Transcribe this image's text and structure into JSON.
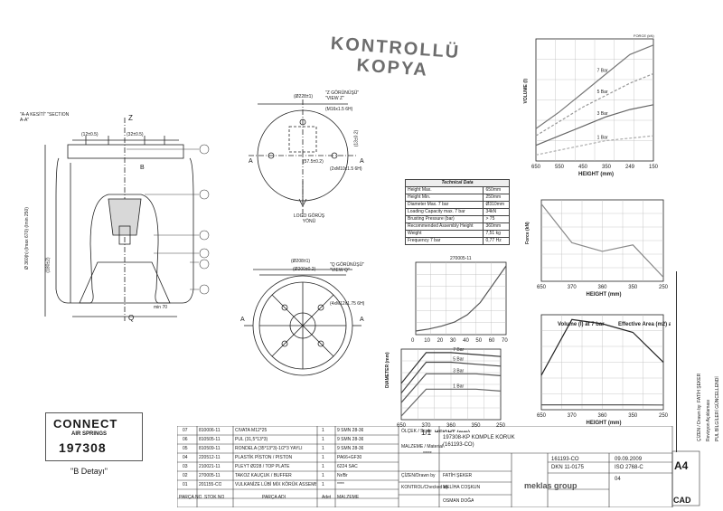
{
  "stamp": {
    "line1": "KONTROLLÜ",
    "line2": "KOPYA"
  },
  "left_view": {
    "section_label": "\"A-A KESİTİ\" \"SECTION A-A\"",
    "axis_z": "Z",
    "axis_q": "Q",
    "label_b": "B",
    "dim_top_left": "(12±0.5)",
    "dim_top_right": "(32±0.5)",
    "dim_height": "Ø 360(h) (Imax 670) (Imin 250)",
    "dim_180": "(180±2)",
    "dim_min": "min 70"
  },
  "top_view": {
    "view_label": "\"Z GÖRÜNÜŞÜ\" \"VIEW Z\"",
    "dim_228": "(Ø228±1)",
    "dim_m16": "(M16x1.5 6H)",
    "dim_57": "(57.5±0.2)",
    "dim_m10": "(2xM10x1.5 6H)",
    "dim_13": "(13±0.2)",
    "label_a": "A",
    "logo": "LOGO GÖRÜŞ YÖNÜ"
  },
  "bottom_view": {
    "view_label": "\"Q GÖRÜNÜŞÜ\" \"VIEW Q\"",
    "dim_208": "(Ø208±1)",
    "dim_200": "(Ø200±0.2)",
    "dim_m12": "(4xM12x1.75 6H)",
    "label_a": "A"
  },
  "spec_table": {
    "title": "Technical Data",
    "rows": [
      [
        "Height Max.",
        "650mm"
      ],
      [
        "Height Min.",
        "250mm"
      ],
      [
        "Diameter Max. 7 bar",
        "Ø310mm"
      ],
      [
        "Loading Capacity max. 7 bar",
        "34kN"
      ],
      [
        "Brusting Pressure (bar)",
        "> 75"
      ],
      [
        "Recommended Assembly Height",
        "360mm"
      ],
      [
        "Weight",
        "7,51 kg"
      ],
      [
        "Frequency 7 bar",
        "0,77 Hz"
      ]
    ]
  },
  "logo": {
    "line1": "CONNECT",
    "line2": "AIR SPRINGS",
    "line3": "197308",
    "caption": "\"B Detayı\""
  },
  "parts": [
    [
      "07",
      "810006-11",
      "CIVATA M12*25",
      "1",
      "9 SMN 28-36"
    ],
    [
      "06",
      "810505-11",
      "PUL (31,5*13*3)",
      "1",
      "9 SMN 28-36"
    ],
    [
      "05",
      "810509-11",
      "RONDELA (35*13*3)-1/2*3 YAYLI",
      "1",
      "9 SMN 28-36"
    ],
    [
      "04",
      "220512-11",
      "PLASTİK PİSTON / PISTON",
      "1",
      "PA66+GF30"
    ],
    [
      "03",
      "210021-11",
      "PLEYT Ø228 / TOP PLATE",
      "1",
      "6224 SAC"
    ],
    [
      "02",
      "270005-11",
      "TAKOZ KAUÇUK / BUFFER",
      "1",
      "Nr/Br"
    ],
    [
      "01",
      "201155-CO",
      "VULKANİZE LÜBİ MİX KÖRÜK  ASSEMBLY",
      "1",
      "****"
    ]
  ],
  "parts_header": {
    "no": "PARÇA NO",
    "stock": "STOK NO",
    "name": "PARÇA ADI",
    "qty": "Adet",
    "material": "MALZEME"
  },
  "titleblock": {
    "scale_label": "ÖLÇEK / Scale",
    "scale": "1/1",
    "title": "197308-KP  KOMPLE KÖRÜK",
    "code_line": "(161193-CO)",
    "material_label": "MALZEME / Material",
    "material_value": "*****",
    "drawn_label": "ÇİZEN/Drawn by",
    "drawn_by": "FATİH ŞEKER",
    "control_label": "KONTROL/Checked by",
    "checked_by": "MELİHA COŞKUN",
    "approved_by": "OSMAN DOĞA",
    "drawing_no": "161193-CO",
    "tolerance_std": "DKN 11-0175",
    "iso": "ISO 2768-C",
    "date": "09.09.2009",
    "revision": "04",
    "company": "meklas group",
    "sheet": "A4",
    "cad": "CAD"
  },
  "chart_data": [
    {
      "type": "line",
      "title": "",
      "xlabel": "HEIGHT (mm)",
      "ylabel": "VOLUME (l)",
      "y2label": "FORCE (kN)",
      "x": [
        650,
        550,
        450,
        350,
        249,
        150
      ],
      "series": [
        {
          "name": "7 Bar",
          "values": [
            6.5,
            10.0,
            14.0,
            18.0,
            22.0,
            24.0
          ]
        },
        {
          "name": "5 Bar",
          "values": [
            5.0,
            8.0,
            11.0,
            13.5,
            16.0,
            18.0
          ]
        },
        {
          "name": "3 Bar",
          "values": [
            3.0,
            5.0,
            7.0,
            9.0,
            10.5,
            11.5
          ]
        },
        {
          "name": "1 Bar",
          "values": [
            1.0,
            2.0,
            3.0,
            4.0,
            4.5,
            5.0
          ]
        }
      ],
      "ylim": [
        7.5,
        12.5
      ],
      "y2lim": [
        0,
        34
      ]
    },
    {
      "type": "line",
      "title": "270005-11",
      "xlabel": "",
      "ylabel": "",
      "x": [
        0,
        10,
        20,
        30,
        40,
        50,
        60,
        70
      ],
      "series": [
        {
          "name": "",
          "values": [
            0,
            5,
            12,
            22,
            40,
            70,
            115,
            160
          ]
        }
      ]
    },
    {
      "type": "line",
      "title": "",
      "xlabel": "HEIGHT (mm)",
      "ylabel": "Force (kN)",
      "x": [
        650,
        370,
        360,
        350,
        250
      ],
      "ylim": [
        -100,
        450
      ],
      "series": [
        {
          "name": "",
          "values": [
            380,
            200,
            160,
            190,
            40
          ]
        }
      ]
    },
    {
      "type": "line",
      "title": "",
      "xlabel": "HEIGHT (mm)",
      "ylabel": "DIAMETER (mm)",
      "x": [
        650,
        370,
        360,
        350,
        250
      ],
      "ylim": [
        270,
        320
      ],
      "series": [
        {
          "name": "7 Bar",
          "values": [
            295,
            311,
            311,
            310,
            309
          ]
        },
        {
          "name": "5 Bar",
          "values": [
            290,
            306,
            306,
            305,
            304
          ]
        },
        {
          "name": "3 Bar",
          "values": [
            285,
            300,
            300,
            300,
            299
          ]
        },
        {
          "name": "1 Bar",
          "values": [
            278,
            292,
            292,
            292,
            291
          ]
        }
      ]
    },
    {
      "type": "line",
      "title": "",
      "xlabel": "HEIGHT (mm)",
      "ylabel": "",
      "legend_left": "Volume (l) at 7 bar",
      "legend_right": "Effective Area (m2) at 7 bar",
      "x": [
        650,
        370,
        360,
        350,
        250
      ],
      "ylim": [
        0,
        25
      ],
      "y2lim": [
        0,
        0.12
      ],
      "series": [
        {
          "name": "Volume (l) at 7 bar",
          "values": [
            7,
            20,
            19,
            17,
            10
          ]
        },
        {
          "name": "Effective Area (m2) at 7 bar",
          "values": [
            0.095,
            0.1,
            0.1,
            0.085,
            0.06
          ]
        }
      ]
    }
  ],
  "sidebar": {
    "rev1": "ÇİZEN / Drawn by: FATİH ŞEKER",
    "rev2": "Revizyon Açıklaması",
    "rev3": "PUL BİLGİLERİ GÜNCELLENDİ"
  }
}
